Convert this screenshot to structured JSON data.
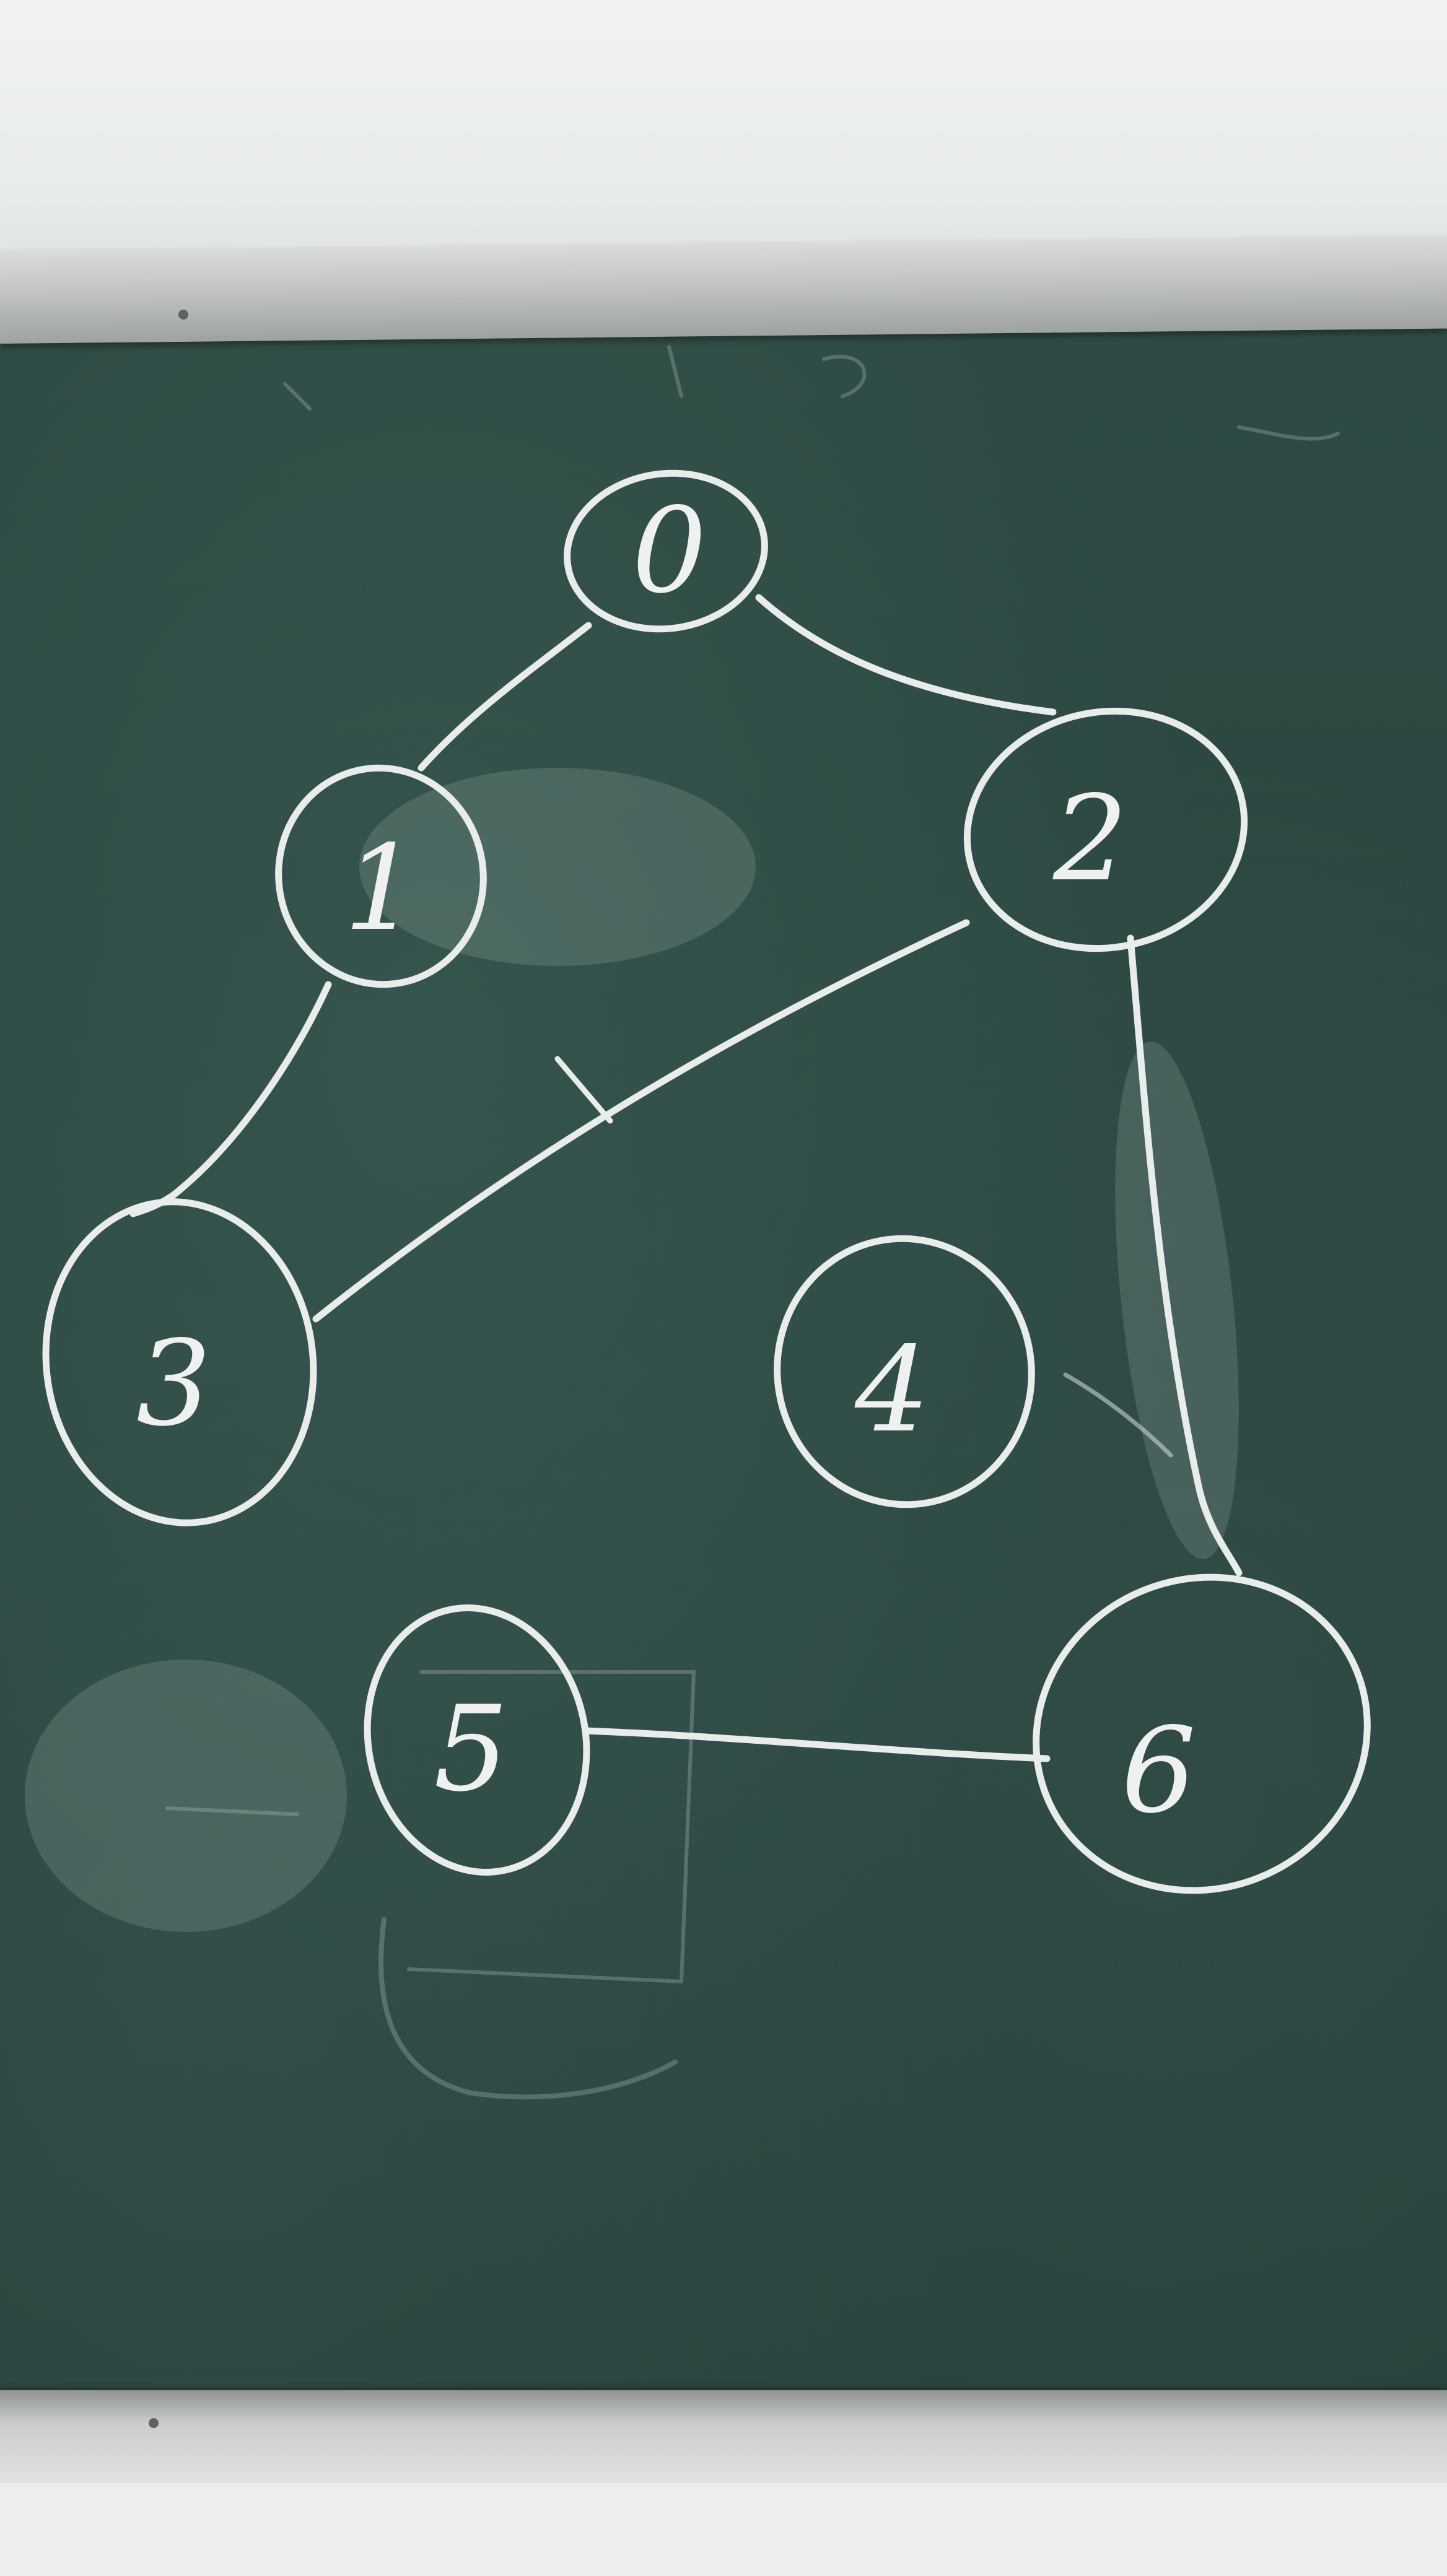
{
  "scene": {
    "subject": "chalkboard",
    "chalk_color": "#e8ecea",
    "board_color": "#2c4641",
    "frame_color": "#c4c7c6"
  },
  "graph": {
    "nodes": [
      {
        "id": "node-0",
        "label": "0"
      },
      {
        "id": "node-1",
        "label": "1"
      },
      {
        "id": "node-2",
        "label": "2"
      },
      {
        "id": "node-3",
        "label": "3"
      },
      {
        "id": "node-4",
        "label": "4"
      },
      {
        "id": "node-5",
        "label": "5"
      },
      {
        "id": "node-6",
        "label": "6"
      }
    ],
    "edges": [
      [
        "0",
        "1"
      ],
      [
        "0",
        "2"
      ],
      [
        "1",
        "3"
      ],
      [
        "2",
        "3"
      ],
      [
        "2",
        "6"
      ],
      [
        "5",
        "6"
      ]
    ]
  }
}
